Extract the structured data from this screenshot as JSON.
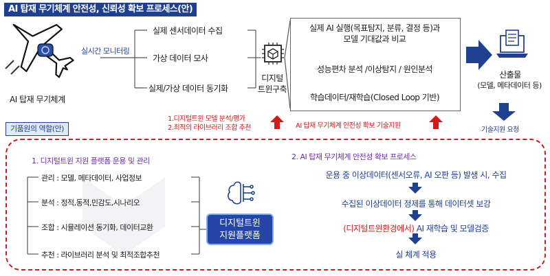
{
  "title": "AI 탑재 무기체계 안전성, 신뢰성 확보 프로세스(안)",
  "top": {
    "system_label": "AI 탑재 무기체계",
    "monitoring_label": "실시간 모니터링",
    "branches": [
      "실제 센서데이터 수집",
      "가상 데이터 모사",
      "실제/가상 데이터 동기화"
    ],
    "twin_label": "디지털\n트윈구축",
    "process": {
      "step1": "실제 AI 실행(목표탐지, 분류, 결정 등)과\n모델 기대값과 비교",
      "step2": "성능편차 분석 /이상탐지 / 원인분석",
      "step3": "학습데이터/재학습(Closed Loop 기반)"
    },
    "output": {
      "title": "산출물",
      "detail": "(모델, 메타데이터 등)"
    },
    "left_red_notes": [
      "1.디지털트윈 모델 분석/평가",
      "2.최적의 라이브러리 조합 추천"
    ],
    "center_red_note": "AI 탑재 무기체계 안전성 확보 기술지원",
    "tech_support": "기술지원 요청"
  },
  "role_label": "기품원의 역할(안)",
  "left_panel": {
    "heading": "1. 디지털트윈 지원 플랫폼 운용 및 관리",
    "items": [
      "관리 : 모델, 메타데이터, 사업정보",
      "분석 : 정적,동적,민감도,시나리오",
      "조합 : 시뮬레이션 동기화, 데이터교환",
      "추천 : 라이브러리 분석 및 최적조합추천"
    ],
    "platform_label": "디지털트윈\n지원플랫폼"
  },
  "right_panel": {
    "heading": "2. AI 탑재 무기체계 안전성 확보 프로세스",
    "steps": [
      "운용 중 이상데이터(센서오류, AI 오판 등) 발생 시, 수집",
      "수집된 이상데이터 정제를 통해 데이터셋 보강",
      "AI 재학습 및 모델검증",
      "실 체계 적용"
    ],
    "step3_prefix": "(디지털트윈환경에서)"
  },
  "icons": {
    "aircraft": "fighter-jet-with-brain-icon",
    "twin": "cube-chip-icon",
    "output": "laptop-document-icon",
    "platform": "brain-circuit-icon"
  },
  "colors": {
    "navy": "#1f3f8f",
    "red": "#d21a1a",
    "purple": "#6b2fa0"
  }
}
